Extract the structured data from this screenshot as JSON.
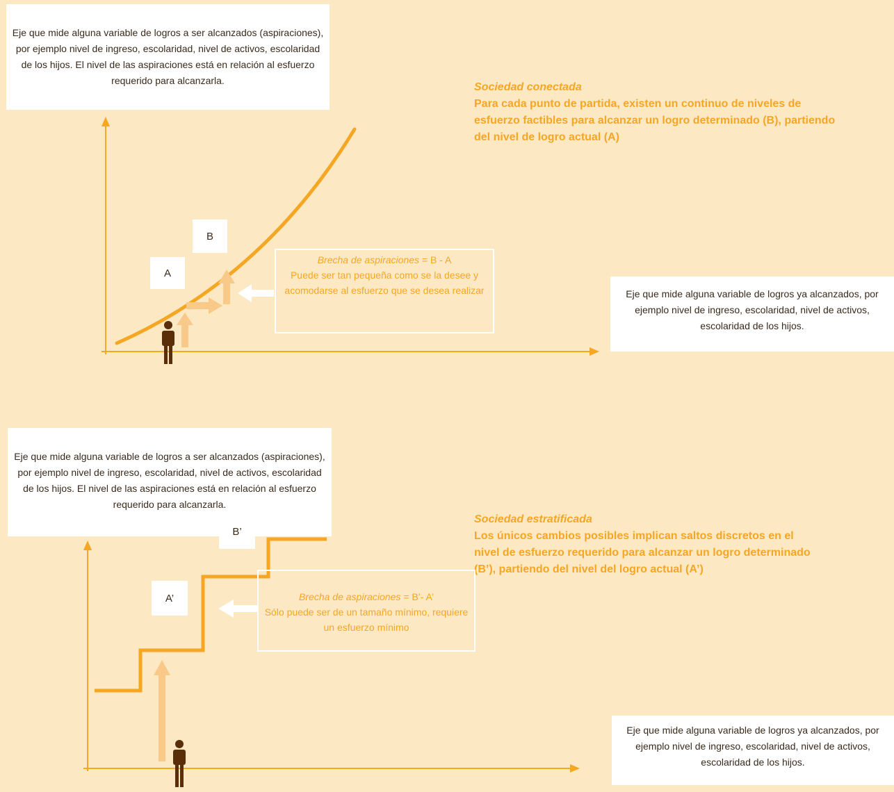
{
  "connected": {
    "y_axis_text": "Eje que mide alguna variable de logros a ser alcanzados (aspiraciones), por ejemplo nivel de ingreso, escolaridad, nivel de activos, escolaridad de los hijos. El nivel de las aspiraciones está en relación al esfuerzo requerido para alcanzarla.",
    "x_axis_text": "Eje que mide alguna variable de logros ya alcanzados, por ejemplo nivel de ingreso, escolaridad, nivel de activos, escolaridad de los hijos.",
    "title": "Sociedad conectada",
    "description": "Para cada punto de partida, existen un continuo de niveles de esfuerzo factibles para alcanzar un logro determinado (B), partiendo del nivel de logro actual (A)",
    "label_a": "A",
    "label_b": "B",
    "callout_italic": "Brecha de aspiraciones",
    "callout_formula": " = B - A",
    "callout_rest": "Puede ser tan pequeña como se la desee y acomodarse al esfuerzo que se desea realizar"
  },
  "stratified": {
    "y_axis_text": "Eje que mide alguna variable de logros a ser alcanzados (aspiraciones), por ejemplo nivel de ingreso, escolaridad, nivel de activos, escolaridad de los hijos. El nivel de las aspiraciones está en relación al esfuerzo requerido para alcanzarla.",
    "x_axis_text": "Eje que mide alguna variable de logros ya alcanzados, por ejemplo nivel de ingreso, escolaridad, nivel de activos, escolaridad de los hijos.",
    "title": "Sociedad estratificada",
    "description": " Los únicos cambios posibles implican saltos discretos en el nivel de esfuerzo requerido para alcanzar un logro determinado (B’), partiendo del nivel del logro actual (A’)",
    "label_a": "A’",
    "label_b": "B’",
    "callout_italic": "Brecha de aspiraciones",
    "callout_formula": " = B’- A’",
    "callout_rest": "Sólo puede ser de un tamaño mínimo, requiere un esfuerzo mínimo"
  },
  "colors": {
    "background": "#fde8c4",
    "accent": "#f5a623",
    "light_arrow": "#f9c98a",
    "person": "#5a2e08"
  }
}
